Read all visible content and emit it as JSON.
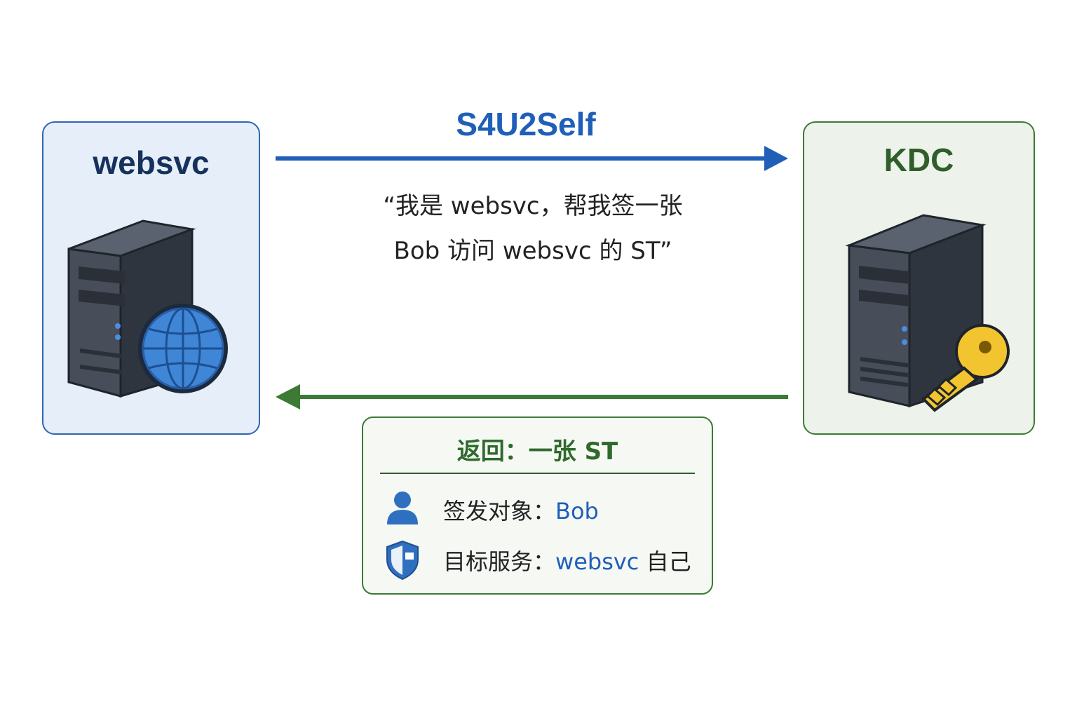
{
  "nodes": {
    "websvc": {
      "title": "websvc"
    },
    "kdc": {
      "title": "KDC"
    }
  },
  "request": {
    "label": "S4U2Self",
    "quote_line_1": "“我是 websvc，帮我签一张",
    "quote_line_2": "Bob 访问 websvc 的 ST”"
  },
  "response": {
    "title": "返回：一张 ST",
    "subject_label": "签发对象：",
    "subject_value": "Bob",
    "service_label": "目标服务：",
    "service_value": "websvc",
    "service_suffix": " 自己"
  },
  "colors": {
    "request_arrow": "#1f5fb8",
    "response_arrow": "#3d7a35",
    "websvc_panel": "#e6eef9",
    "kdc_panel": "#edf2ea"
  },
  "icons": {
    "websvc": [
      "server-icon",
      "globe-icon"
    ],
    "kdc": [
      "server-icon",
      "key-icon"
    ],
    "subject": "user-icon",
    "service": "shield-icon"
  }
}
